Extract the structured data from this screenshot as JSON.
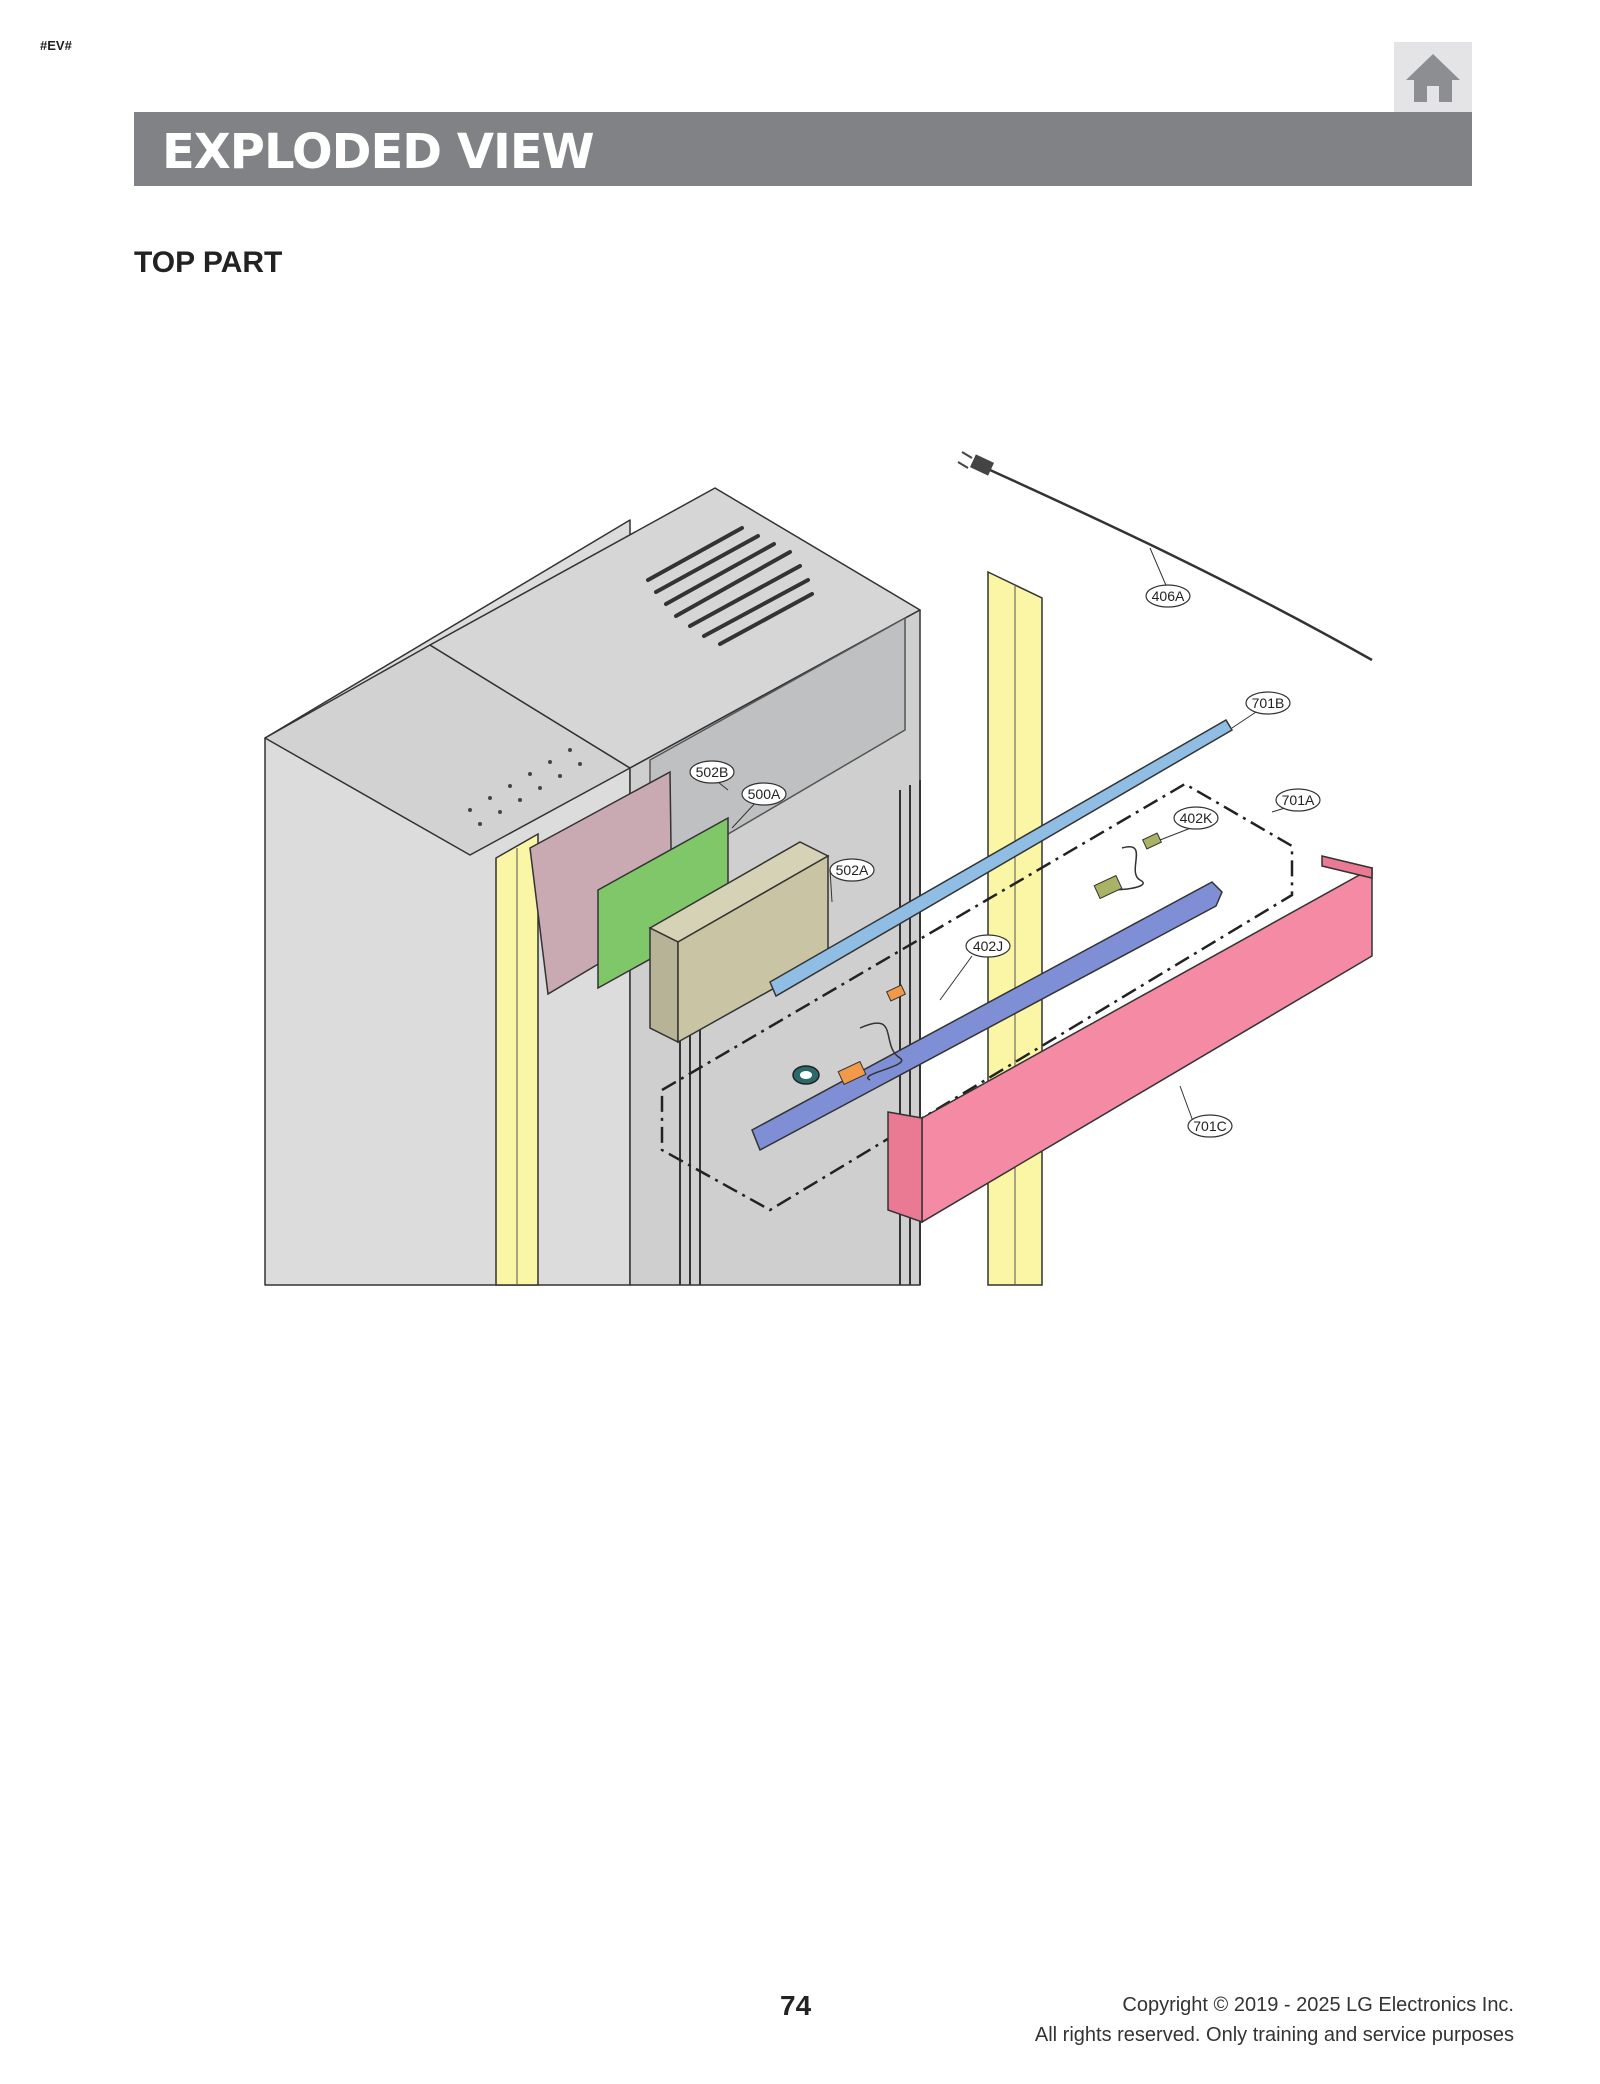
{
  "header": {
    "tag": "#EV#",
    "title": "EXPLODED VIEW",
    "home_icon": "home-icon"
  },
  "section": {
    "title": "TOP PART"
  },
  "diagram": {
    "callouts": [
      "406A",
      "701B",
      "502B",
      "500A",
      "701A",
      "402K",
      "502A",
      "402J",
      "701C"
    ],
    "colors": {
      "rail": "#fbf5a6",
      "cover_pink": "#f48aa3",
      "pcb_green": "#80c76a",
      "case_tan": "#c8c4a4",
      "rail_blue": "#8fbde3",
      "bracket_indigo": "#7f8fd6",
      "connector_orange": "#f29a4a",
      "connector_olive": "#aab266",
      "housing_mauve": "#c9aab3",
      "cabinet": "#dcdcdd"
    }
  },
  "footer": {
    "page_number": "74",
    "copyright": "Copyright © 2019 - 2025 LG Electronics Inc.",
    "rights": "All rights reserved. Only training and service purposes"
  }
}
